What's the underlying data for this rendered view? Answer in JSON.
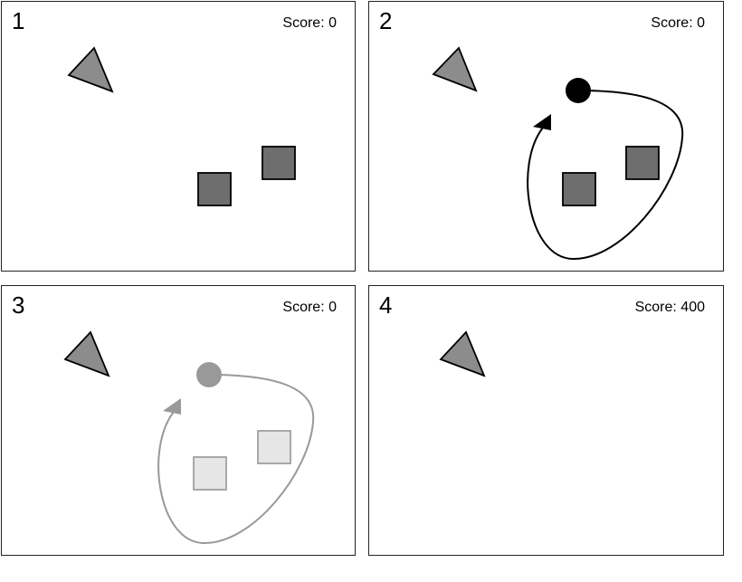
{
  "panels": [
    {
      "number": "1",
      "score_label": "Score: 0"
    },
    {
      "number": "2",
      "score_label": "Score: 0"
    },
    {
      "number": "3",
      "score_label": "Score: 0"
    },
    {
      "number": "4",
      "score_label": "Score: 400"
    }
  ],
  "colors": {
    "border": "#222222",
    "ship": "#8c8c8c",
    "target": "#6e6e6e",
    "target_faded": "#e6e6e6",
    "target_faded_stroke": "#a0a0a0",
    "ball": "#000000",
    "ball_faded": "#999999",
    "path": "#000000",
    "path_faded": "#999999"
  }
}
